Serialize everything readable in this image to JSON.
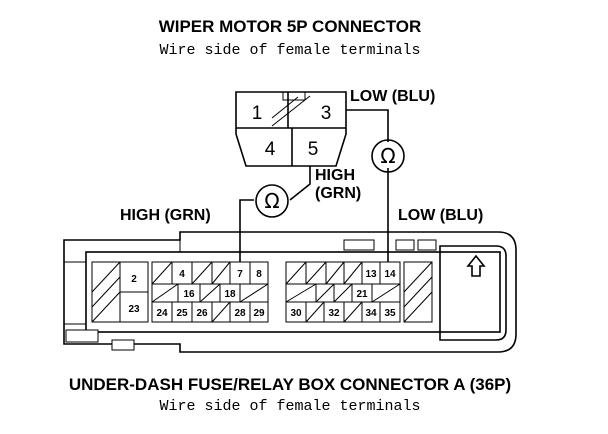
{
  "top_connector": {
    "title": "WIPER MOTOR 5P CONNECTOR",
    "subtitle": "Wire side of female terminals",
    "pins": [
      "1",
      "3",
      "4",
      "5"
    ]
  },
  "bottom_connector": {
    "title": "UNDER-DASH FUSE/RELAY BOX CONNECTOR A (36P)",
    "subtitle": "Wire side of female terminals",
    "pins": [
      "2",
      "23",
      "4",
      "7",
      "8",
      "16",
      "18",
      "24",
      "25",
      "26",
      "28",
      "29",
      "13",
      "14",
      "21",
      "30",
      "32",
      "34",
      "35"
    ],
    "arrow_icon": "up-arrow-icon"
  },
  "wires": {
    "low_top": "LOW (BLU)",
    "high_mid_line1": "HIGH",
    "high_mid_line2": "(GRN)",
    "high_left": "HIGH (GRN)",
    "low_bottom": "LOW (BLU)"
  },
  "meters": {
    "symbol": "Ω"
  }
}
